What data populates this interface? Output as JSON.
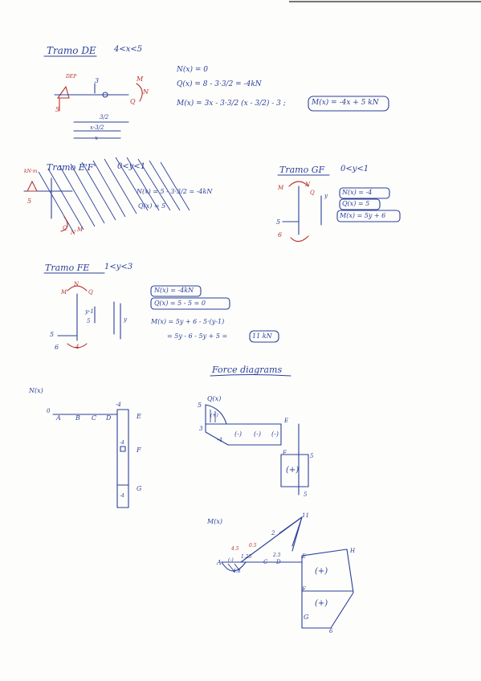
{
  "tramo_de": {
    "title": "Tramo DE",
    "range": "4<x<5",
    "n": "N(x) = 0",
    "q": "Q(x) = 8 - 3·3/2 = -4kN",
    "m": "M(x) = 3x - 3·3/2 (x - 3/2) - 3 ;",
    "m_boxed": "M(x) = -4x + 5 kN",
    "labels": {
      "dep": "DEP",
      "top3": "3",
      "five": "5",
      "m": "M",
      "n": "N",
      "q": "Q",
      "dim1": "3/2",
      "dim2": "x-3/2",
      "dimx": "x"
    }
  },
  "tramo_ef": {
    "title": "Tramo E'F'",
    "range": "0<y<1",
    "n": "N(x) = 5 - 3·3/2 = -4kN",
    "q": "Q(x) = 5",
    "labels": {
      "km": "kN·m",
      "five": "5",
      "q": "Q",
      "n": "N",
      "m": "M"
    }
  },
  "tramo_gf": {
    "title": "Tramo GF",
    "range": "0<y<1",
    "n": "N(x) = -4",
    "q": "Q(x) = 5",
    "m": "M(x) = 5y + 6",
    "labels": {
      "m": "M",
      "n": "N",
      "q": "Q",
      "five": "5",
      "six": "6",
      "y": "y"
    }
  },
  "tramo_fe": {
    "title": "Tramo FE",
    "range": "1<y<3",
    "n": "N(x) = -4kN",
    "q": "Q(x) = 5 - 5 = 0",
    "m1": "M(x) = 5y + 6 - 5·(y-1)",
    "m2": "= 5y - 6 - 5y + 5 =",
    "m2_boxed": "11 kN",
    "labels": {
      "n": "N",
      "m": "M",
      "q": "Q",
      "y1": "y-1",
      "five": "5",
      "y": "y",
      "six": "6",
      "five_b": "5",
      "four": "4"
    }
  },
  "diagram_title": "Force diagrams",
  "n_diag": {
    "label": "N(x)",
    "points": [
      "A",
      "B",
      "C",
      "D",
      "E",
      "F",
      "G"
    ],
    "val_top": "-4",
    "val_left": "0",
    "vals": [
      "-4",
      "-4"
    ]
  },
  "q_diag": {
    "label": "Q(x)",
    "val_5": "5",
    "val_3": "3",
    "val_4": "-4",
    "texts": [
      "(+)",
      "(-)",
      "(-)",
      "(-)"
    ],
    "right_val": "5",
    "right_box": "(+)",
    "e_label": "E",
    "f_label": "F",
    "five_b": "5"
  },
  "m_diag": {
    "label": "M(x)",
    "points": [
      "A",
      "C",
      "D",
      "E",
      "F",
      "G",
      "H"
    ],
    "vals": [
      "2",
      "0.5",
      "4.5",
      "4.8",
      "2.5",
      "1.25",
      "11"
    ],
    "signs": [
      "(+)",
      "(+)",
      "(-)"
    ],
    "top": "11",
    "six": "6"
  }
}
